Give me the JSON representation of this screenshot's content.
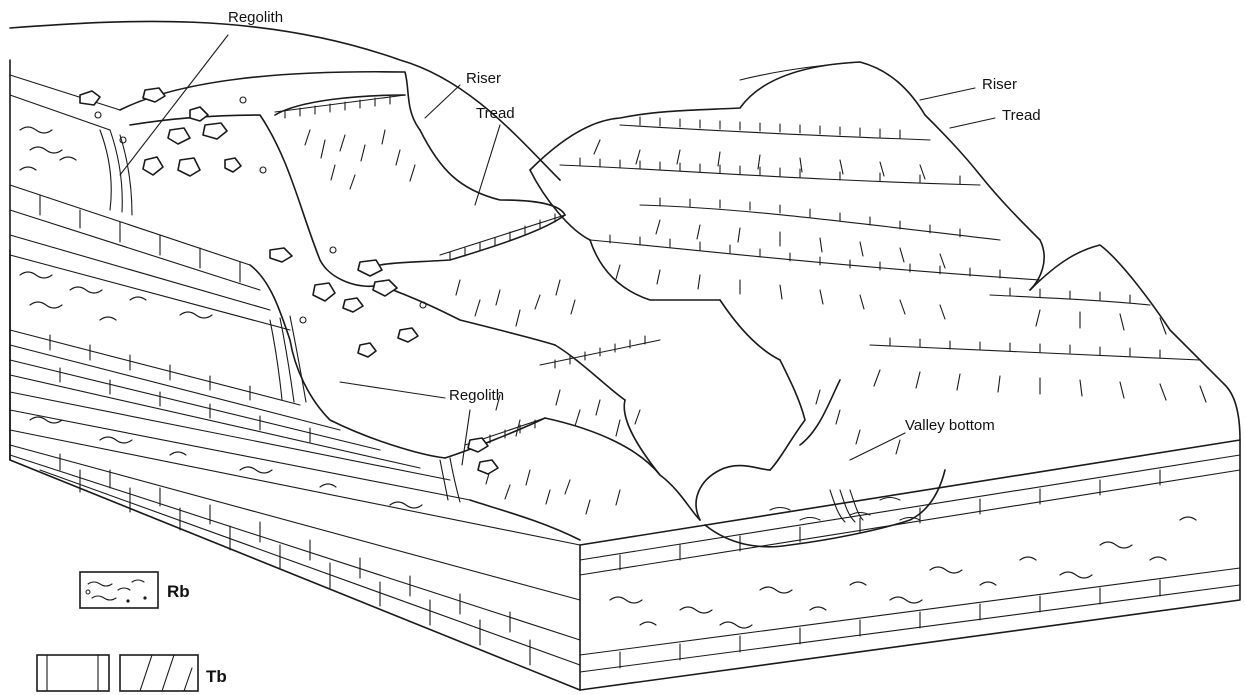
{
  "labels": {
    "regolith_top": "Regolith",
    "riser_left": "Riser",
    "tread_left": "Tread",
    "riser_right": "Riser",
    "tread_right": "Tread",
    "regolith_mid": "Regolith",
    "valley_bottom": "Valley bottom"
  },
  "legend": {
    "rb": "Rb",
    "tb": "Tb"
  }
}
